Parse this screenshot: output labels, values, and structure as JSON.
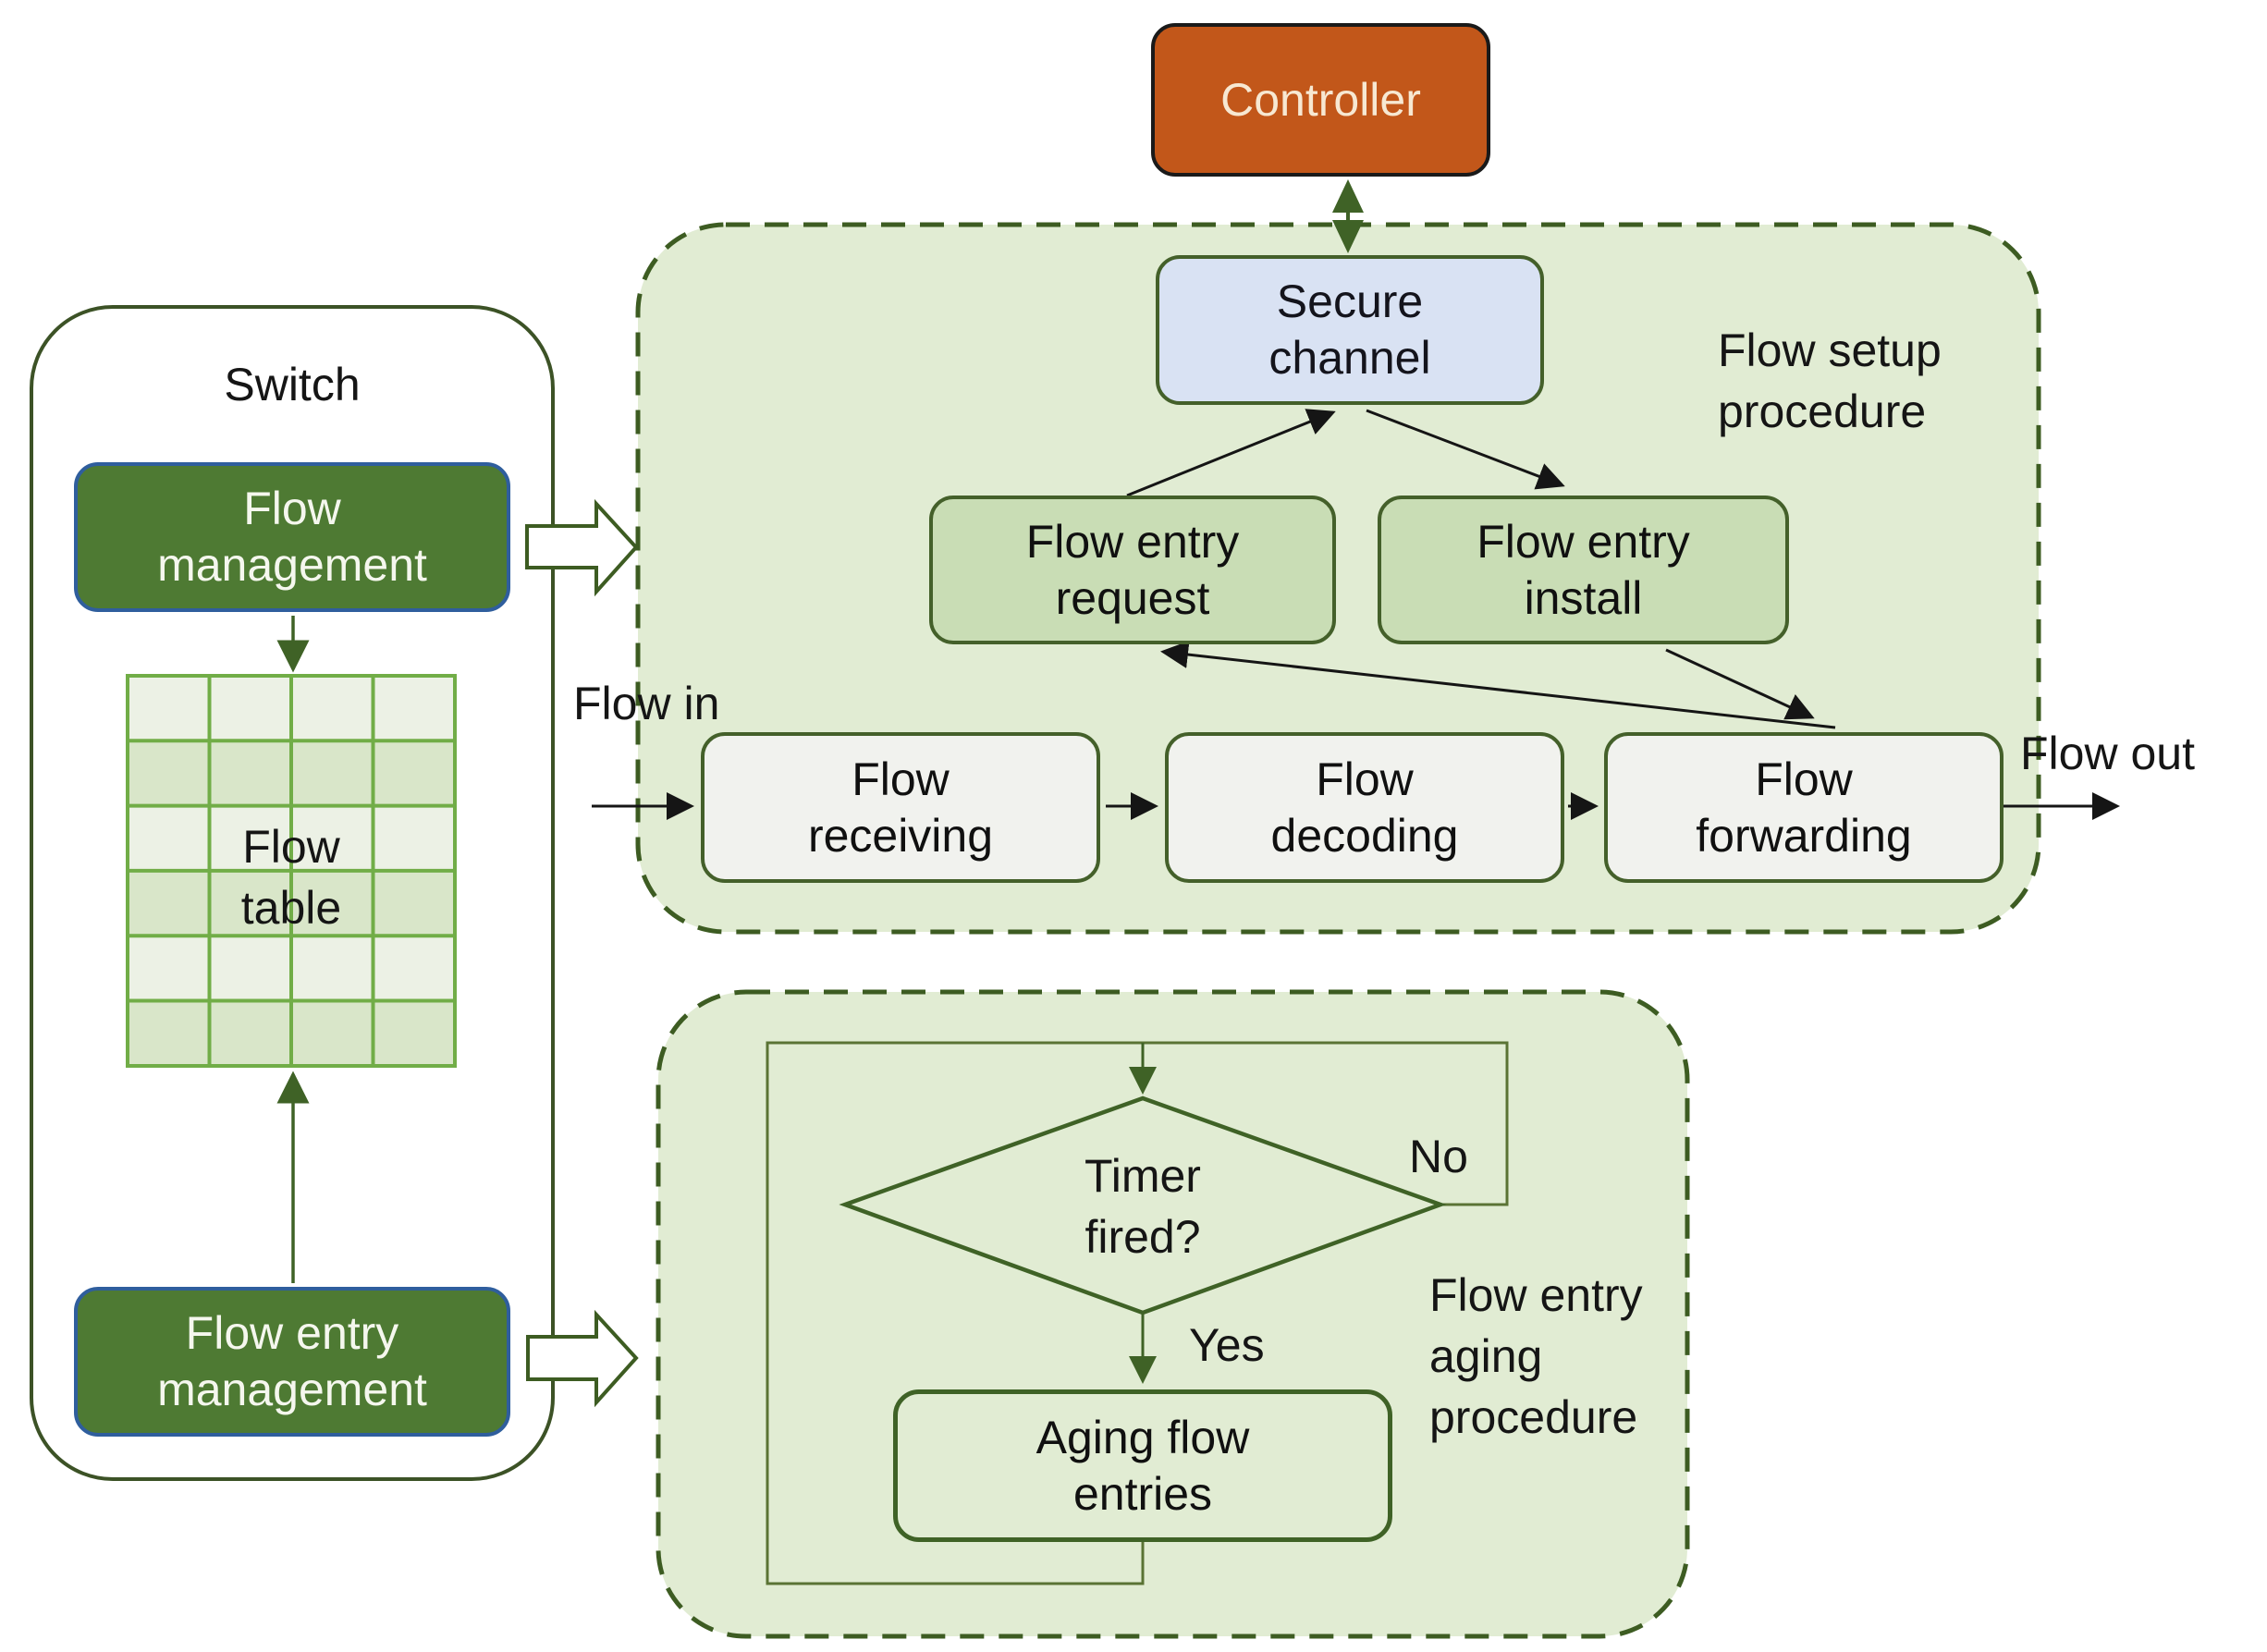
{
  "controller": {
    "label": "Controller"
  },
  "switch": {
    "title": "Switch",
    "flow_management": "Flow\nmanagement",
    "flow_table": "Flow\ntable",
    "flow_entry_management": "Flow entry\nmanagement"
  },
  "setup": {
    "label": "Flow setup\nprocedure",
    "secure_channel": "Secure\nchannel",
    "flow_entry_request": "Flow entry\nrequest",
    "flow_entry_install": "Flow entry\ninstall",
    "flow_receiving": "Flow\nreceiving",
    "flow_decoding": "Flow\ndecoding",
    "flow_forwarding": "Flow\nforwarding",
    "flow_in": "Flow in",
    "flow_out": "Flow out"
  },
  "aging": {
    "label": "Flow entry\naging\nprocedure",
    "timer_fired": "Timer\nfired?",
    "aging_flow_entries": "Aging flow\nentries",
    "yes": "Yes",
    "no": "No"
  },
  "colors": {
    "controller_fill": "#c2571a",
    "controller_border": "#1a1a1a",
    "controller_text": "#f7e8d2",
    "switch_mgmt_fill": "#4e7a33",
    "switch_mgmt_border": "#2f5e9d",
    "secure_channel_fill": "#d9e2f3",
    "light_green_box_fill": "#c9ddb5",
    "gray_box_fill": "#f1f2ee",
    "region_fill": "#e1ecd3",
    "region_border": "#3d5c22",
    "box_border_green": "#44602a",
    "dark_green_arrow": "#3f6226",
    "grid_line": "#71ad47",
    "grid_cell_light": "#ecf1e5",
    "grid_cell_dark": "#d9e6c9",
    "black_arrow": "#151515"
  }
}
